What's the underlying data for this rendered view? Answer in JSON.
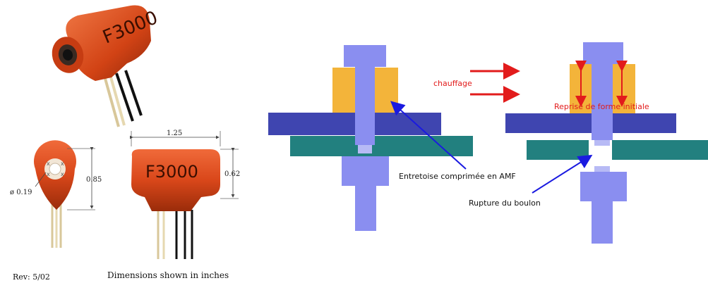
{
  "sensor": {
    "model_label_top": "F3000",
    "model_label_side": "F3000",
    "dim_width": "1.25",
    "dim_height_front": "0.85",
    "dim_height_side": "0.62",
    "dim_diameter": "ø 0.19",
    "revision": "Rev: 5/02",
    "dimensions_note": "Dimensions shown in inches",
    "colors": {
      "body": "#d9471a",
      "body_dark": "#a8300c",
      "lead_gold": "#d8c79a",
      "lead_black": "#111111"
    }
  },
  "mechanism": {
    "heating_label": "chauffage",
    "spacer_label": "Entretoise comprimée en AMF",
    "recovery_label": "Reprise de forme initiale",
    "rupture_label": "Rupture du boulon",
    "colors": {
      "bolt": "#8a8ef0",
      "spacer": "#f3b43a",
      "plate_top": "#3f45b0",
      "plate_bottom": "#22807f",
      "red": "#e21b1b",
      "blue_arrow": "#1a1ae0"
    }
  }
}
